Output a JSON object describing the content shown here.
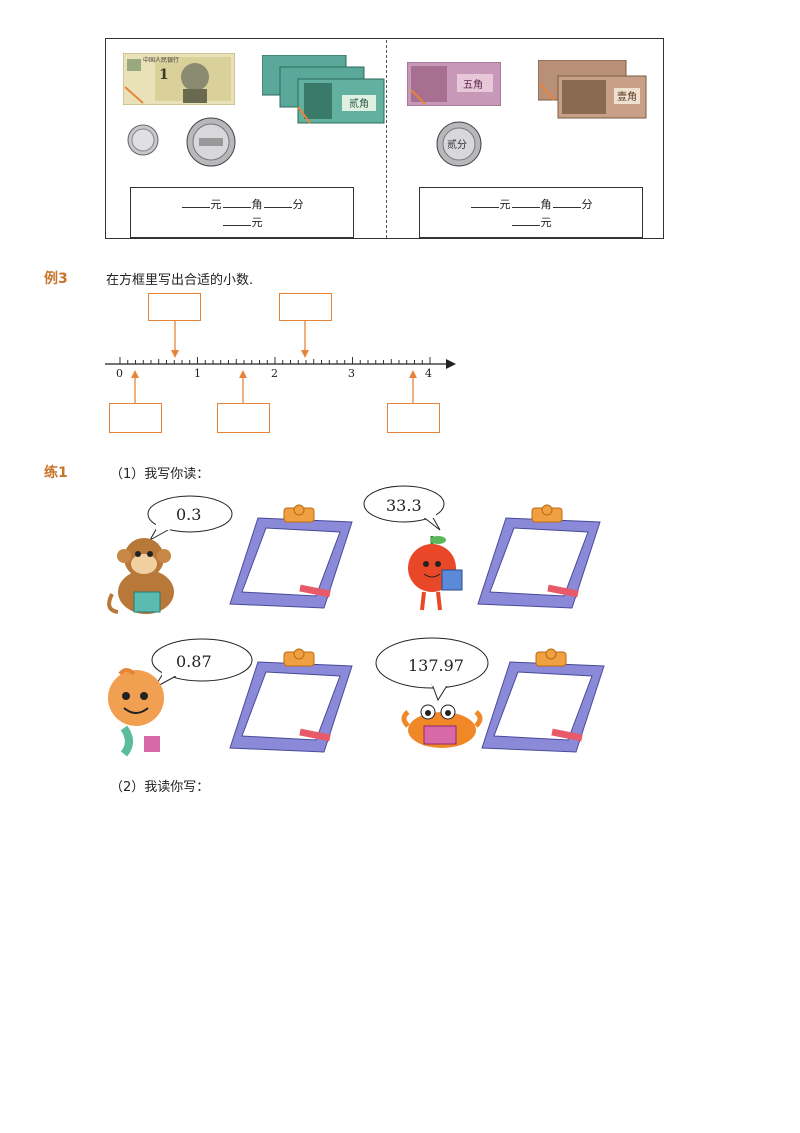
{
  "money_section": {
    "left_box": {
      "line1": {
        "yuan": "元",
        "jiao": "角",
        "fen": "分"
      },
      "line2": {
        "yuan": "元"
      }
    },
    "right_box": {
      "line1": {
        "yuan": "元",
        "jiao": "角",
        "fen": "分"
      },
      "line2": {
        "yuan": "元"
      }
    },
    "notes": {
      "one_yuan": "1",
      "one_yuan_header": "中国人民银行",
      "two_jiao": "贰角",
      "five_jiao": "五角",
      "one_jiao": "壹角",
      "two_fen_coin": "贰分"
    }
  },
  "example3": {
    "label": "例3",
    "instruction": "在方框里写出合适的小数.",
    "ticks": [
      "0",
      "1",
      "2",
      "3",
      "4"
    ]
  },
  "practice1": {
    "label": "练1",
    "part1": "（1）我写你读：",
    "part2": "（2）我读你写：",
    "bubbles": [
      "0.3",
      "33.3",
      "0.87",
      "137.97"
    ]
  },
  "colors": {
    "accent_orange": "#e8843a",
    "heading_brown": "#c8742a",
    "clipboard_blue": "#8a8ad8",
    "clipboard_clip": "#f0a040"
  }
}
